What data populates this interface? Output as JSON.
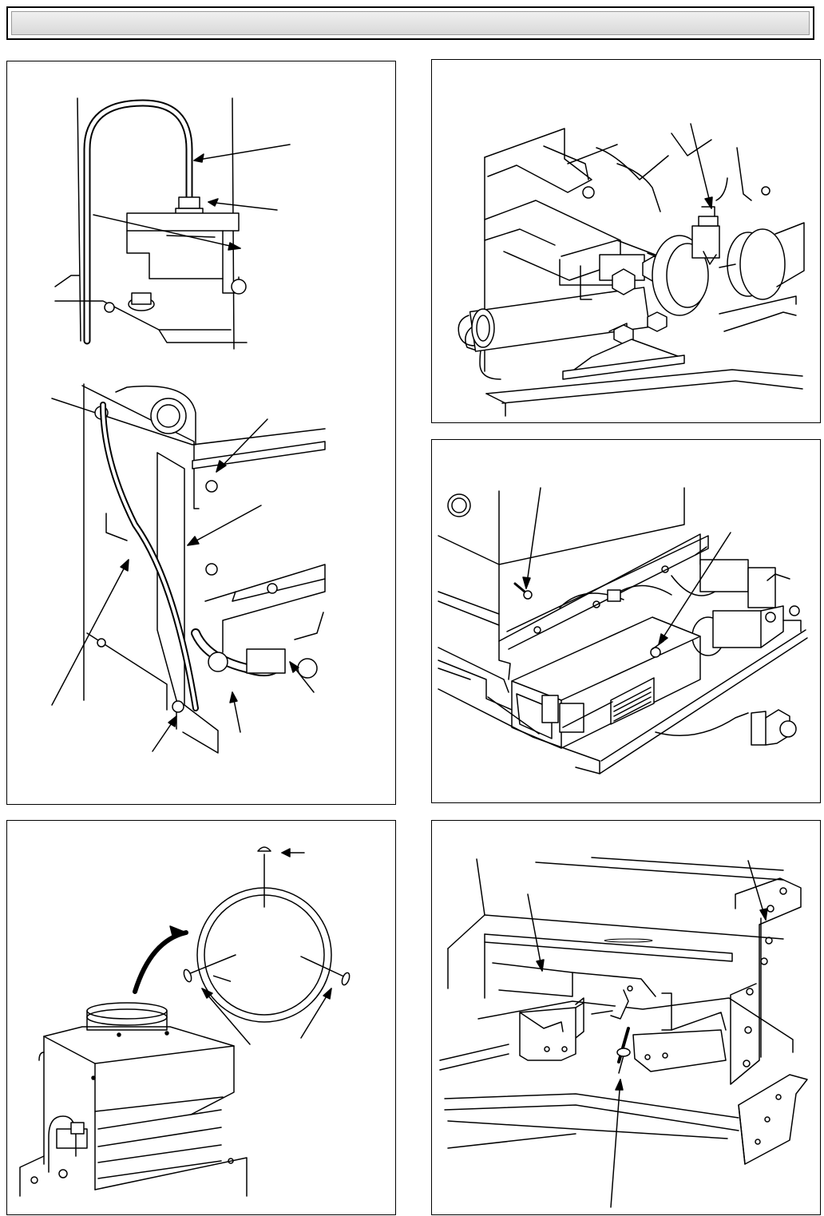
{
  "header": {
    "title": ""
  },
  "panels": [
    {
      "id": "p1",
      "caption": ""
    },
    {
      "id": "p2",
      "caption": ""
    },
    {
      "id": "p3",
      "caption": ""
    },
    {
      "id": "p4",
      "caption": ""
    },
    {
      "id": "p5",
      "caption": ""
    }
  ],
  "colors": {
    "line": "#000000",
    "background": "#ffffff",
    "header_fill": "#e2e2e2"
  }
}
